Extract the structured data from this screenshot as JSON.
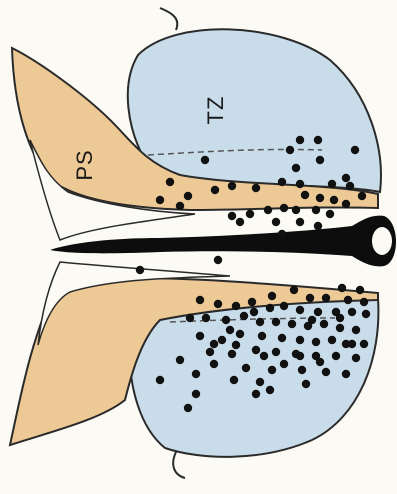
{
  "labels": {
    "ps": "PS",
    "tz": "TZ"
  },
  "colors": {
    "transition_zone_fill": "#c9dcea",
    "peripheral_stroma_fill": "#edc995",
    "outline": "#2a2a2a",
    "dots": "#111111",
    "urethra": "#0d0d0d",
    "background": "#fbfaf5"
  },
  "dot_count": 118
}
